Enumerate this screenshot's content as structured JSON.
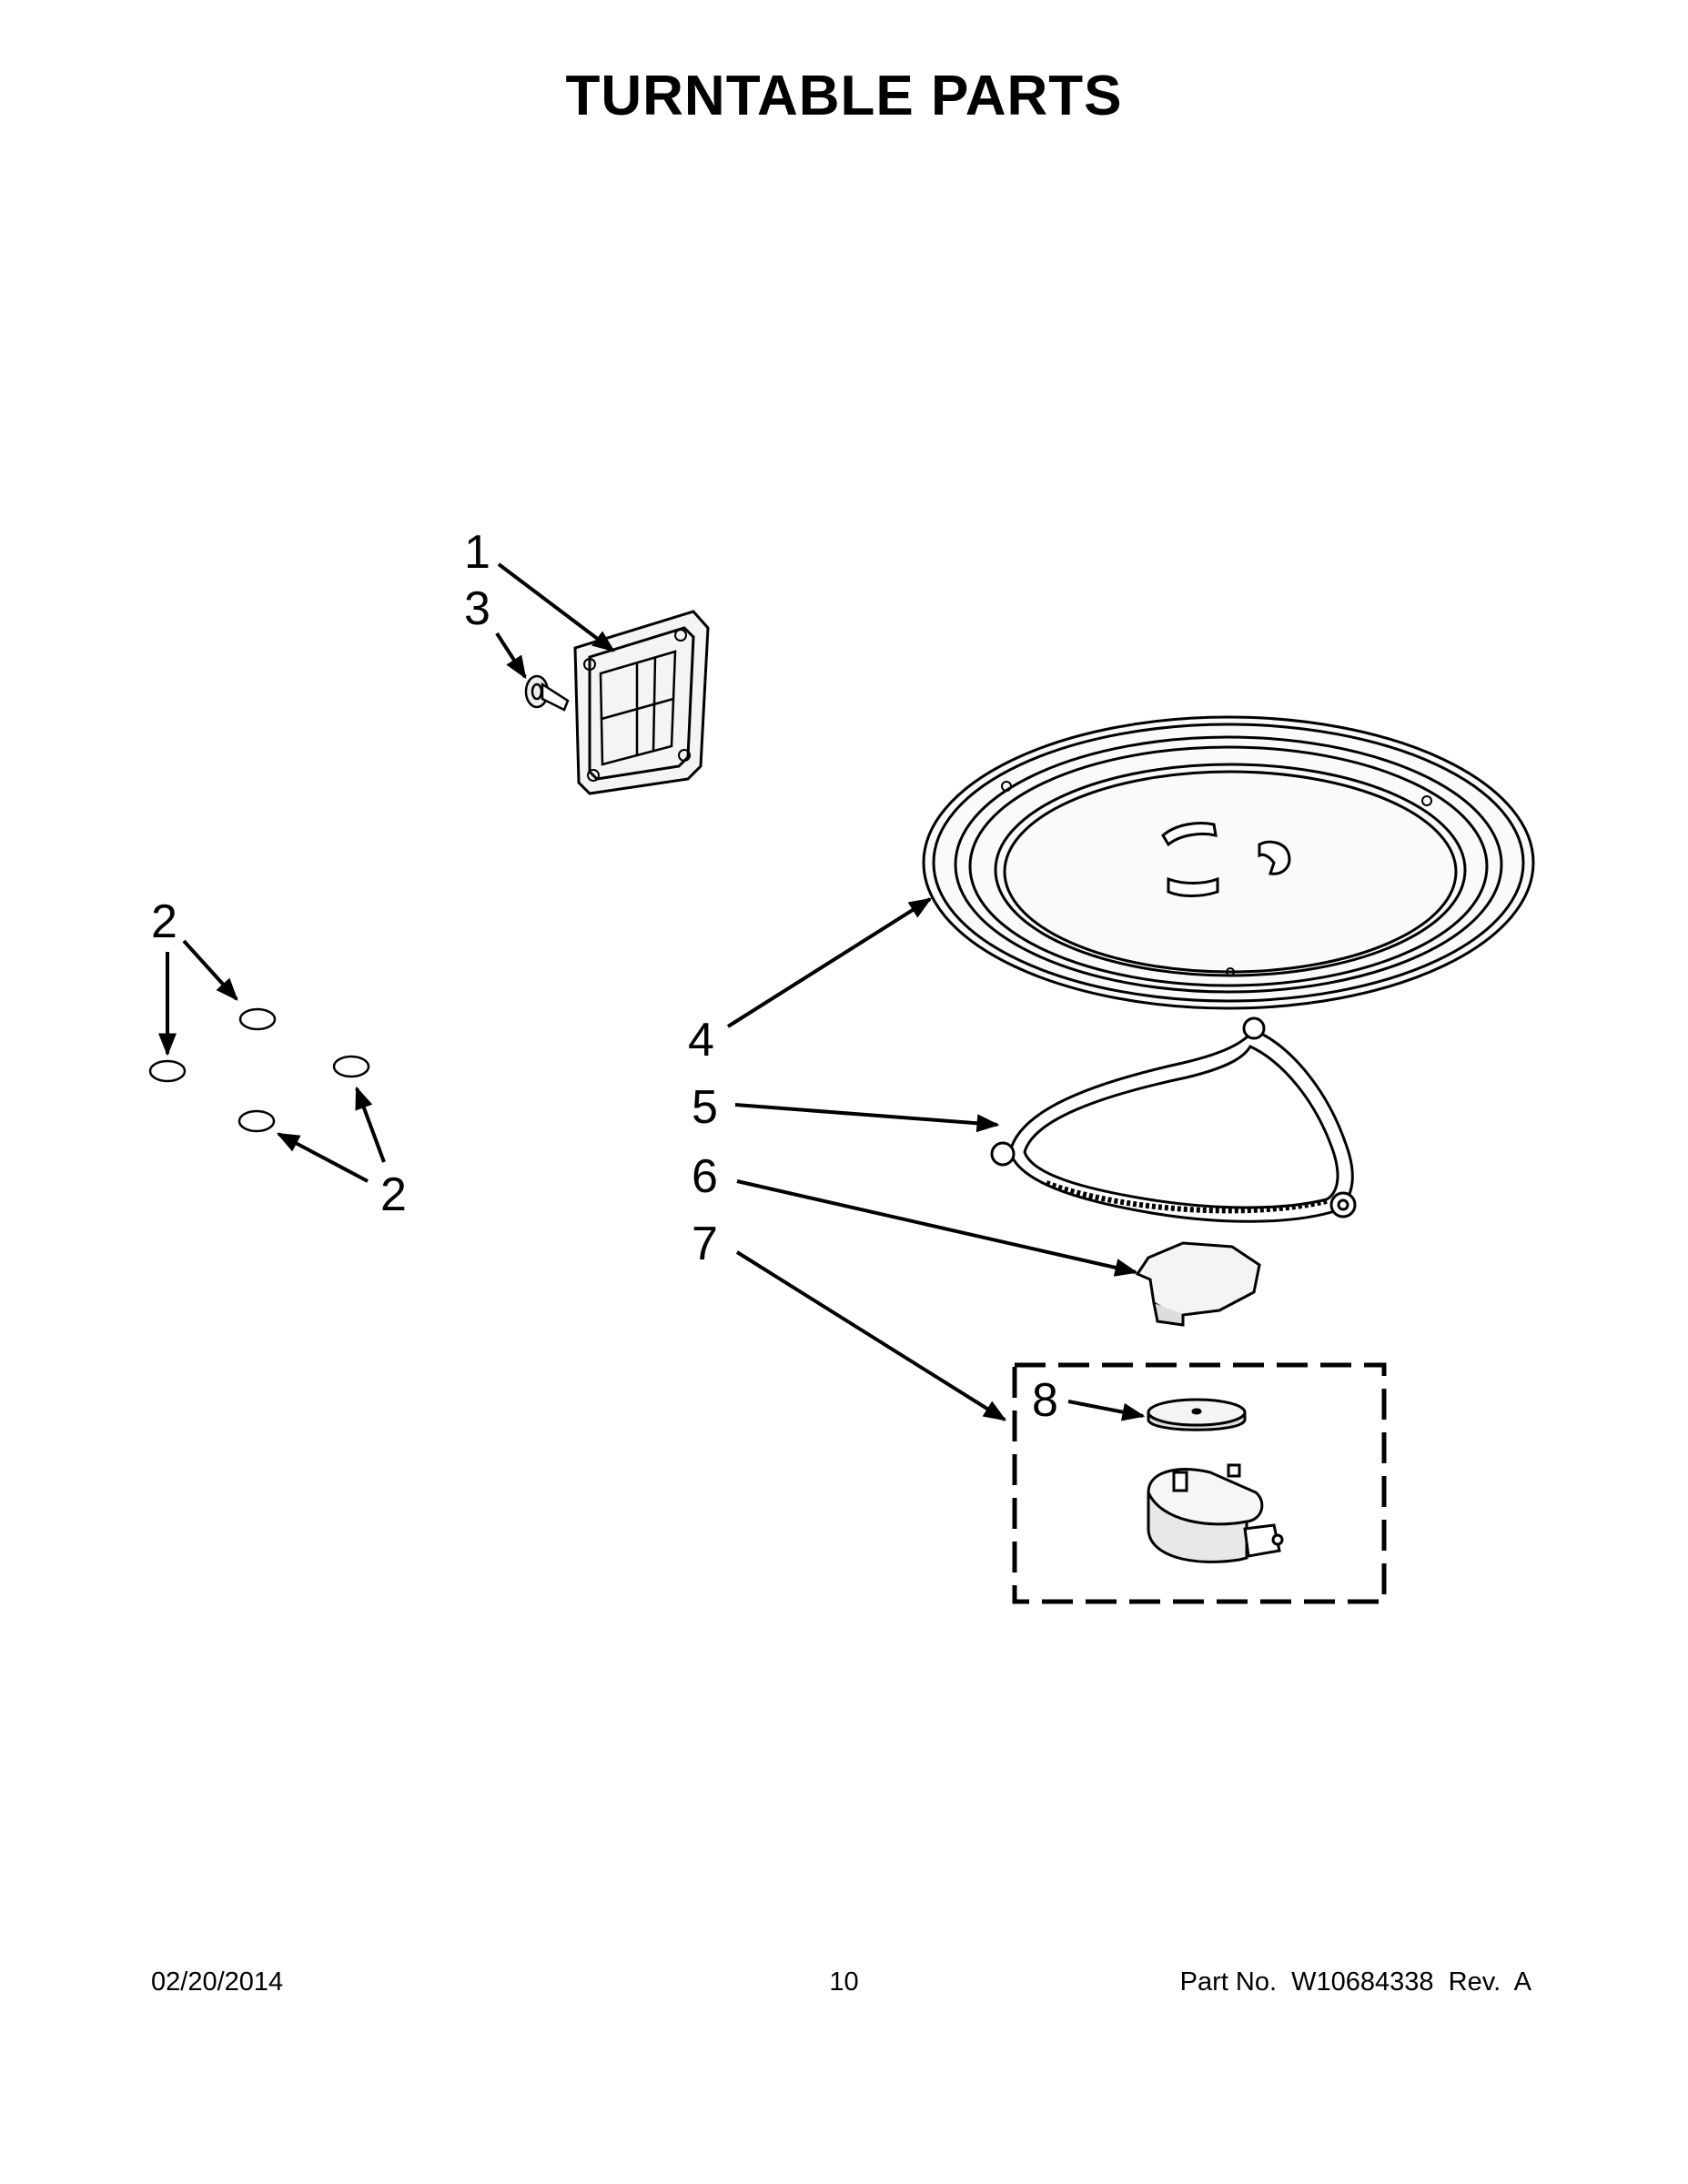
{
  "title": "TURNTABLE PARTS",
  "callouts": {
    "c1": "1",
    "c3": "3",
    "c2a": "2",
    "c2b": "2",
    "c4": "4",
    "c5": "5",
    "c6": "6",
    "c7": "7",
    "c8": "8"
  },
  "footer": {
    "date": "02/20/2014",
    "page": "10",
    "part": "Part No.  W10684338  Rev.  A"
  }
}
